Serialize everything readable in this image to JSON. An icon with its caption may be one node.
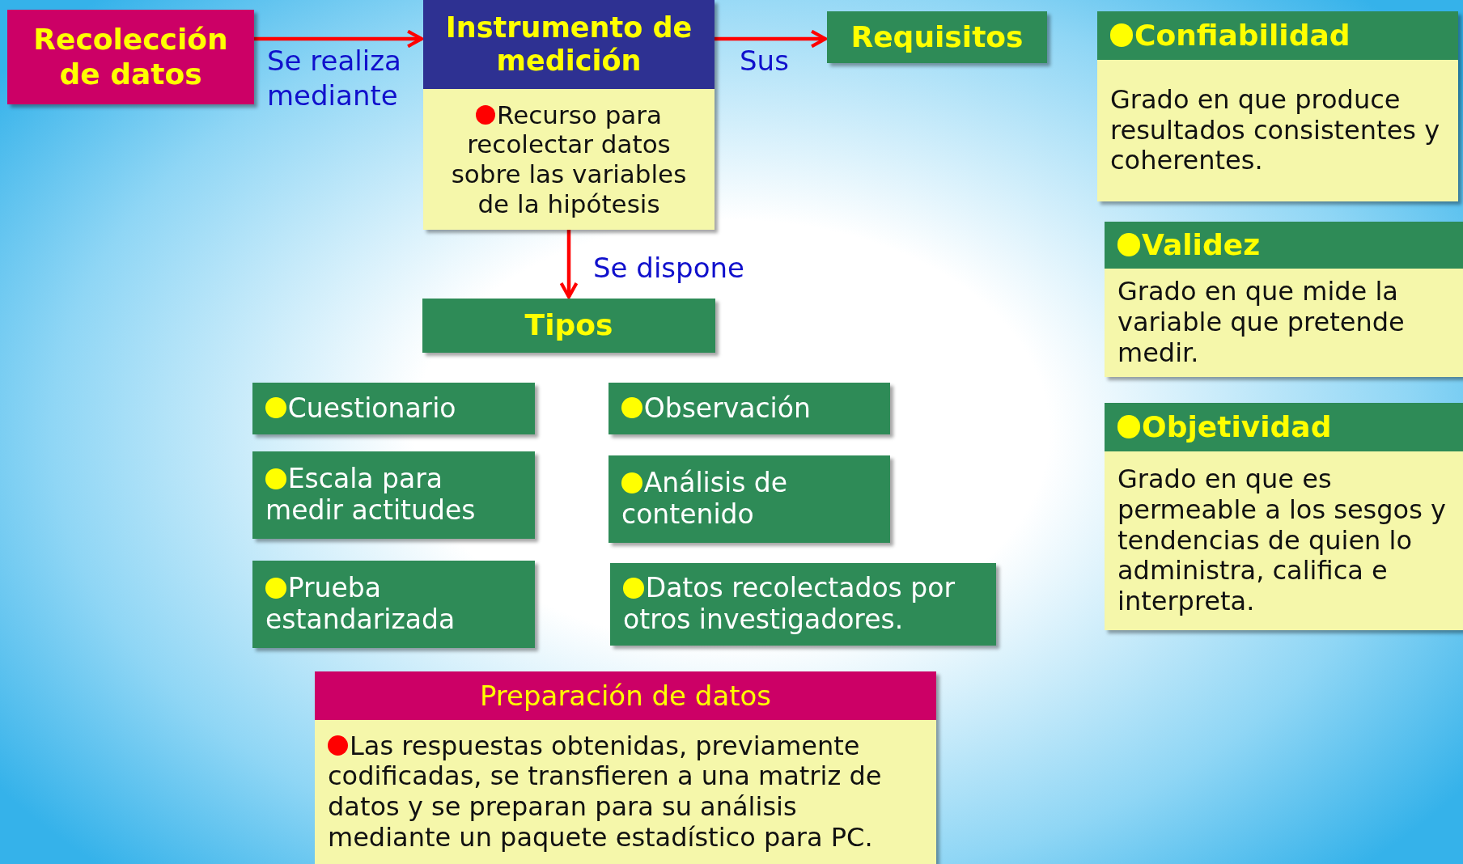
{
  "diagram": {
    "nodes": [
      {
        "text": [
          "Recolección de datos"
        ]
      },
      {
        "text": [
          "Instrumento de medición",
          "Recurso para recolectar datos sobre las variables de la hipótesis"
        ]
      },
      {
        "text": [
          "Requisitos"
        ]
      },
      {
        "text": [
          "Confiabilidad",
          "Grado en que produce resultados consistentes y coherentes."
        ]
      },
      {
        "text": [
          "Validez",
          "Grado en que mide la variable que pretende medir."
        ]
      },
      {
        "text": [
          "Objetividad",
          "Grado en que es permeable a los sesgos y tendencias de quien lo administra, califica e interpreta."
        ]
      },
      {
        "text": [
          "Tipos"
        ]
      },
      {
        "text": [
          "Cuestionario"
        ]
      },
      {
        "text": [
          "Observación"
        ]
      },
      {
        "text": [
          "Escala para medir actitudes"
        ]
      },
      {
        "text": [
          "Análisis de contenido"
        ]
      },
      {
        "text": [
          "Prueba estandarizada"
        ]
      },
      {
        "text": [
          "Datos recolectados por otros investigadores."
        ]
      },
      {
        "text": [
          "Preparación de datos",
          "Las respuestas obtenidas, previamente codificadas, se transfieren a una matriz de datos y se preparan para su análisis mediante un paquete estadístico para PC."
        ]
      }
    ],
    "edges": [
      {
        "from": 0,
        "to": 1,
        "arrow": "to",
        "label": "Se realiza mediante"
      },
      {
        "from": 1,
        "to": 2,
        "arrow": "to",
        "label": "Sus"
      },
      {
        "from": 1,
        "to": 6,
        "arrow": "to",
        "label": "Se dispone"
      }
    ]
  }
}
